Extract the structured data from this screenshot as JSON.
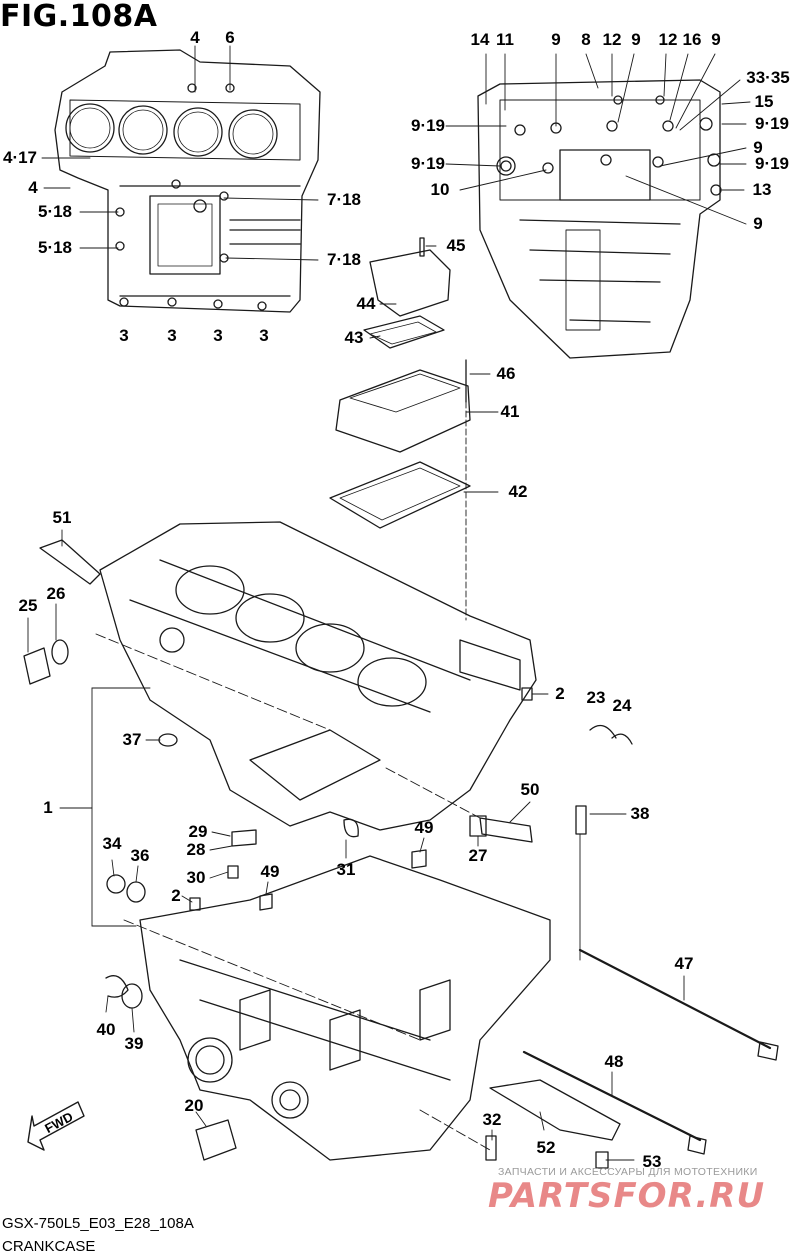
{
  "figure": {
    "title": "FIG.108A"
  },
  "footer": {
    "model_code": "GSX-750L5_E03_E28_108A",
    "part_name": "CRANKCASE"
  },
  "watermark": {
    "tagline": "ЗАПЧАСТИ И АКСЕССУАРЫ ДЛЯ МОТОТЕХНИКИ",
    "logo": "PARTSFOR.RU"
  },
  "direction_arrow": {
    "label": "FWD"
  },
  "colors": {
    "line": "#1a1a1a",
    "watermark_red": "#d62828",
    "watermark_gray": "#9a9a9a"
  },
  "callouts": [
    "4",
    "6",
    "4·17",
    "4",
    "5·18",
    "5·18",
    "7·18",
    "7·18",
    "3",
    "3",
    "3",
    "3",
    "14",
    "11",
    "9",
    "8",
    "12",
    "9",
    "12",
    "16",
    "9",
    "33·35",
    "15",
    "9·19",
    "9·19",
    "9·19",
    "9·19",
    "10",
    "9",
    "13",
    "9",
    "45",
    "44",
    "43",
    "46",
    "41",
    "42",
    "51",
    "25",
    "26",
    "2",
    "23",
    "24",
    "37",
    "1",
    "50",
    "38",
    "29",
    "28",
    "31",
    "49",
    "27",
    "34",
    "36",
    "30",
    "49",
    "2",
    "47",
    "40",
    "39",
    "48",
    "20",
    "32",
    "52",
    "53"
  ]
}
